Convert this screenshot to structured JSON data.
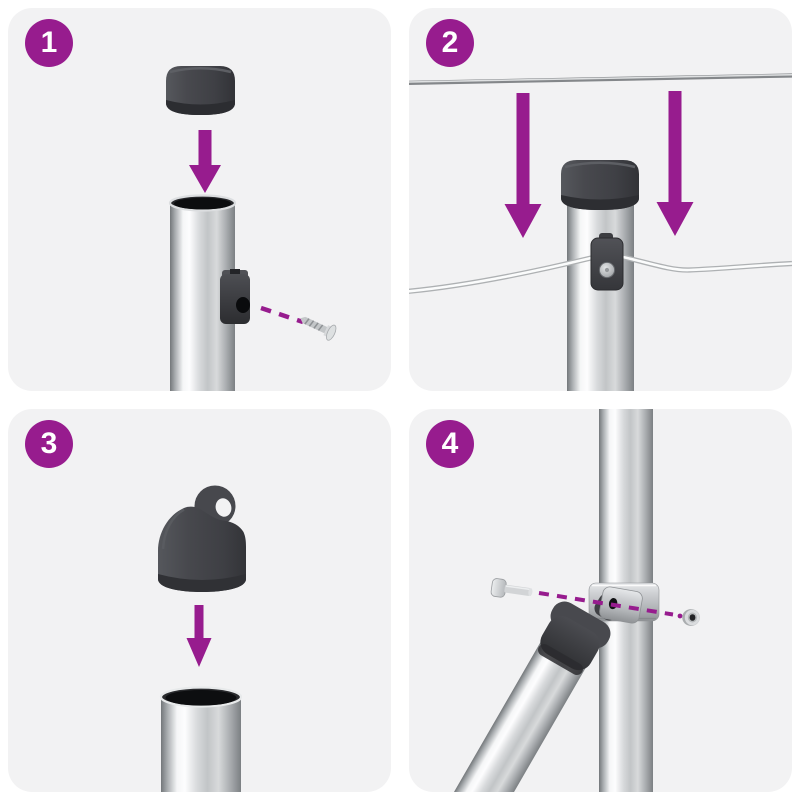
{
  "page": {
    "background": "#ffffff"
  },
  "panels": [
    {
      "number": "1",
      "parts": [
        "end-cap",
        "pole-top-opening",
        "hook-clamp",
        "screw",
        "down-arrow"
      ]
    },
    {
      "number": "2",
      "parts": [
        "top-wire",
        "capped-pole",
        "wire-clamp",
        "threaded-wire",
        "down-arrow-left",
        "down-arrow-right"
      ]
    },
    {
      "number": "3",
      "parts": [
        "eyelet-cap",
        "down-arrow",
        "open-pole-tube"
      ]
    },
    {
      "number": "4",
      "parts": [
        "vertical-pole",
        "clamp-bracket",
        "diagonal-brace",
        "brace-fitting",
        "bolt",
        "nut",
        "fastening-dashed-line"
      ]
    }
  ],
  "colors": {
    "accent": "#971c8e",
    "panel_background": "#f2f2f3",
    "page_background": "#ffffff",
    "badge_text": "#ffffff",
    "dark_part": "#414348",
    "metal_light": "#f5f6f7",
    "metal_dark": "#73777a"
  }
}
